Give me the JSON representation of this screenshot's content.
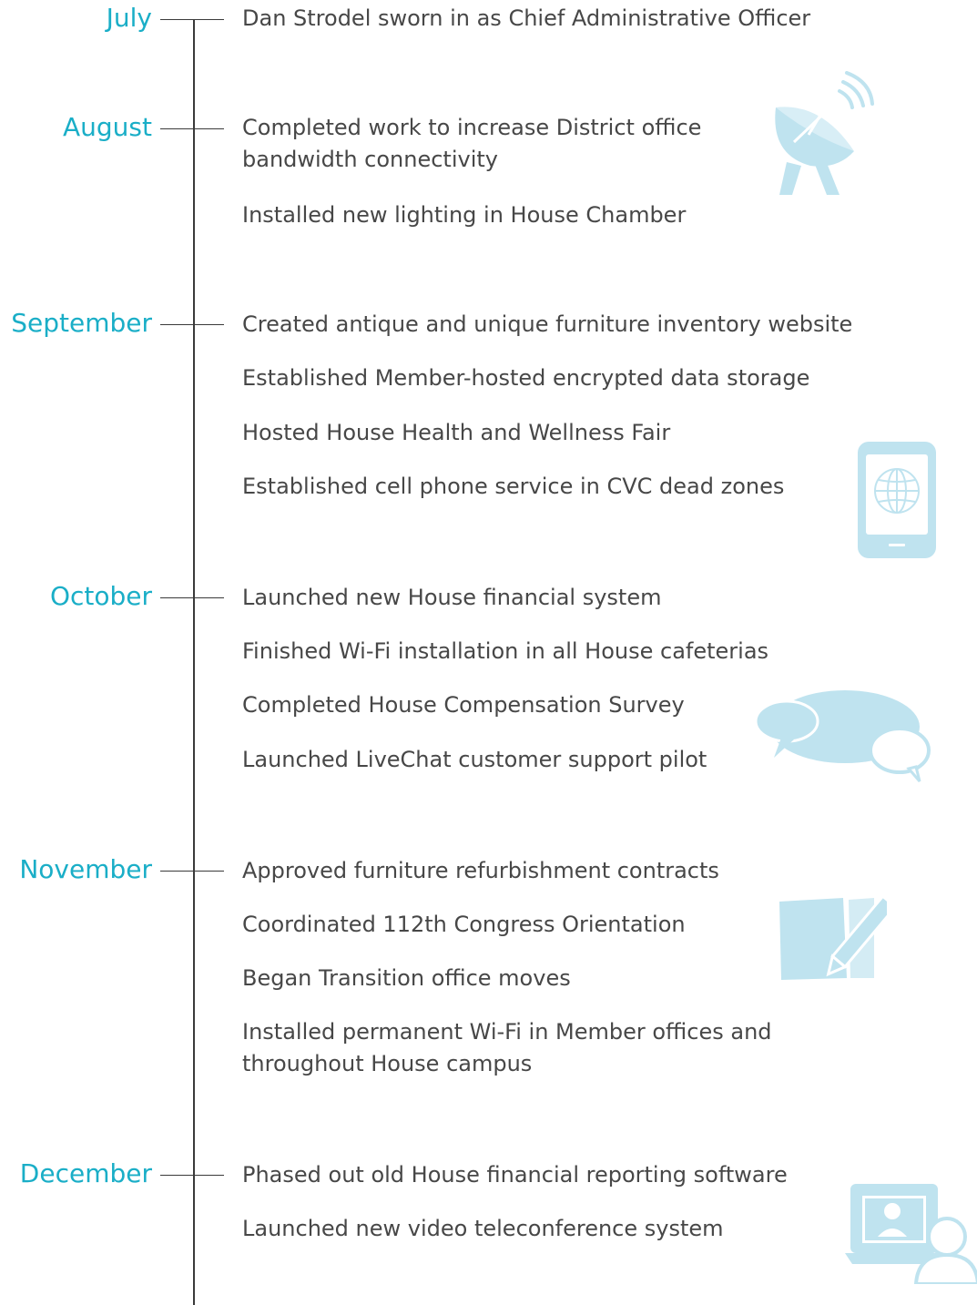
{
  "icons": {
    "satellite": "satellite-dish-icon",
    "tablet": "tablet-globe-icon",
    "chat": "chat-bubbles-icon",
    "document": "document-pencil-icon",
    "video": "video-conference-icon"
  },
  "colors": {
    "month": "#1aaec7",
    "text": "#474747",
    "line": "#3a3a3a",
    "icon": "#bfe3ef"
  },
  "timeline": [
    {
      "month": "July",
      "items": [
        "Dan Strodel sworn in as Chief Administrative Officer"
      ]
    },
    {
      "month": "August",
      "items": [
        "Completed work to increase District office bandwidth connectivity",
        "Installed new lighting in House Chamber"
      ]
    },
    {
      "month": "September",
      "items": [
        "Created antique and unique furniture inventory website",
        "Established Member-hosted encrypted data storage",
        "Hosted House Health and Wellness Fair",
        "Established cell phone service in CVC dead zones"
      ]
    },
    {
      "month": "October",
      "items": [
        "Launched new House financial system",
        "Finished Wi-Fi installation in all House cafeterias",
        "Completed House Compensation Survey",
        "Launched LiveChat customer support pilot"
      ]
    },
    {
      "month": "November",
      "items": [
        "Approved furniture refurbishment contracts",
        "Coordinated 112th Congress Orientation",
        "Began Transition office moves",
        "Installed permanent Wi-Fi in Member offices and throughout House campus"
      ]
    },
    {
      "month": "December",
      "items": [
        "Phased out old House financial reporting software",
        "Launched new video teleconference system"
      ]
    }
  ]
}
